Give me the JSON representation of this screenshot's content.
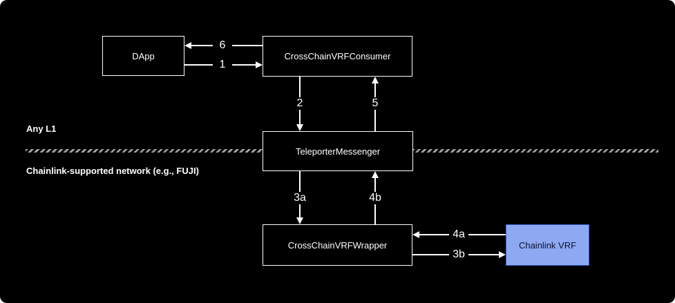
{
  "canvas": {
    "regions": {
      "any_l1": {
        "label": "Any L1"
      },
      "chainlink_network": {
        "label": "Chainlink-supported network (e.g., FUJI)"
      }
    },
    "nodes": {
      "dapp": {
        "label": "DApp"
      },
      "consumer": {
        "label": "CrossChainVRFConsumer"
      },
      "messenger": {
        "label": "TeleporterMessenger"
      },
      "wrapper": {
        "label": "CrossChainVRFWrapper"
      },
      "chainlink": {
        "label": "Chainlink VRF"
      }
    },
    "edges": {
      "e1": {
        "label": "1"
      },
      "e2": {
        "label": "2"
      },
      "e3a": {
        "label": "3a"
      },
      "e3b": {
        "label": "3b"
      },
      "e4a": {
        "label": "4a"
      },
      "e4b": {
        "label": "4b"
      },
      "e5": {
        "label": "5"
      },
      "e6": {
        "label": "6"
      }
    },
    "colors": {
      "background": "#000000",
      "line": "#ffffff",
      "text": "#ffffff",
      "divider": "#a9a9a9",
      "chainlink_fill": "#8da9f1",
      "chainlink_border": "#3f5fcb",
      "chainlink_text": "#0b1030"
    }
  }
}
